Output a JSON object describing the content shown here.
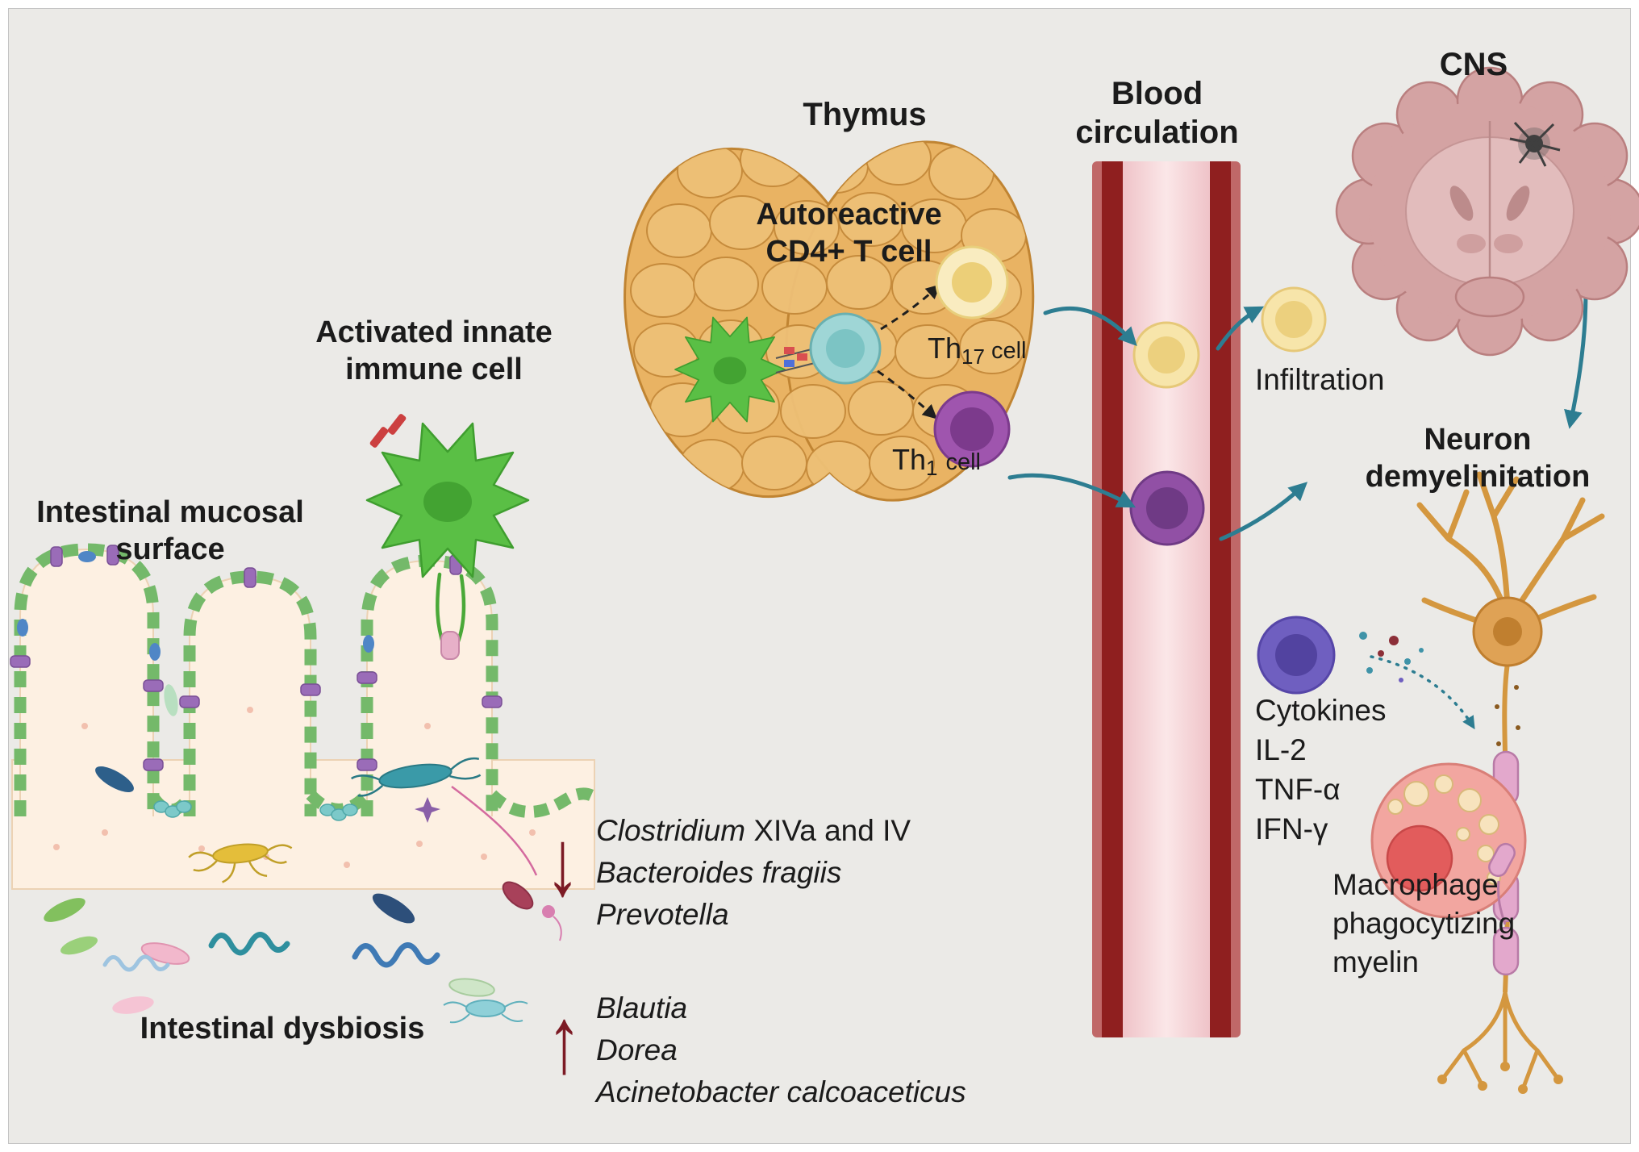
{
  "labels": {
    "thymus": "Thymus",
    "blood_line1": "Blood",
    "blood_line2": "circulation",
    "cns": "CNS",
    "autoreactive_line1": "Autoreactive",
    "autoreactive_line2": "CD4+  T cell",
    "th17_base": "Th",
    "th17_sub": "17",
    "th17_word": "cell",
    "th1_base": "Th",
    "th1_sub": "1",
    "th1_word": "cell",
    "infiltration": "Infiltration",
    "neuron_line1": "Neuron",
    "neuron_line2": "demyelinitation",
    "mucosal_line1": "Intestinal mucosal",
    "mucosal_line2": "surface",
    "activated_line1": "Activated innate",
    "activated_line2": "immune cell",
    "dysbiosis": "Intestinal dysbiosis"
  },
  "cytokines": {
    "lines": [
      "Cytokines",
      "IL-2",
      "TNF-α",
      "IFN-γ"
    ]
  },
  "macrophage": {
    "lines": [
      "Macrophage",
      "phagocytizing",
      "myelin"
    ]
  },
  "bacteria": {
    "decreased_arrow": "↓",
    "decreased": [
      {
        "italic": "Clostridium",
        "regular": " XIVa and IV"
      },
      {
        "italic": "Bacteroides fragiis",
        "regular": ""
      },
      {
        "italic": "Prevotella",
        "regular": ""
      }
    ],
    "increased_arrow": "↑",
    "increased": [
      {
        "italic": "Blautia",
        "regular": ""
      },
      {
        "italic": "Dorea",
        "regular": ""
      },
      {
        "italic": "Acinetobacter calcoaceticus",
        "regular": ""
      }
    ]
  },
  "colors": {
    "background": "#ebeae7",
    "vessel_wall": "#8f1f1f",
    "teal_arrow": "#2d7d91",
    "dark_red_arrow": "#7c1a24",
    "thymus": "#e9b363",
    "th17_cell": "#f9ecc0",
    "th1_cell": "#9f55ae",
    "neuron": "#d4973f",
    "macrophage": "#f2a6a0",
    "immune_cell_green": "#5abf45"
  }
}
